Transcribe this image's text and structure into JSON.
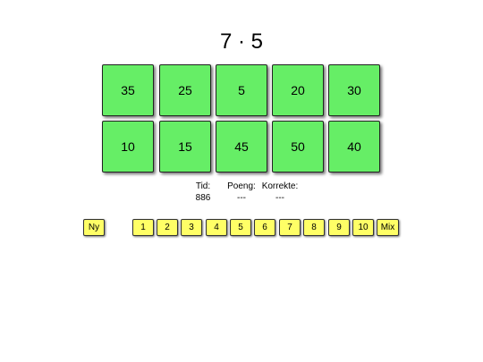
{
  "question": "7 · 5",
  "answers": [
    "35",
    "25",
    "5",
    "20",
    "30",
    "10",
    "15",
    "45",
    "50",
    "40"
  ],
  "stats": {
    "time_label": "Tid:",
    "time_value": "886",
    "score_label": "Poeng:",
    "score_value": "---",
    "correct_label": "Korrekte:",
    "correct_value": "---"
  },
  "controls": {
    "new_label": "Ny",
    "tables": [
      "1",
      "2",
      "3",
      "4",
      "5",
      "6",
      "7",
      "8",
      "9",
      "10"
    ],
    "mix_label": "Mix"
  },
  "colors": {
    "tile": "#66ee66",
    "button": "#ffff66"
  }
}
